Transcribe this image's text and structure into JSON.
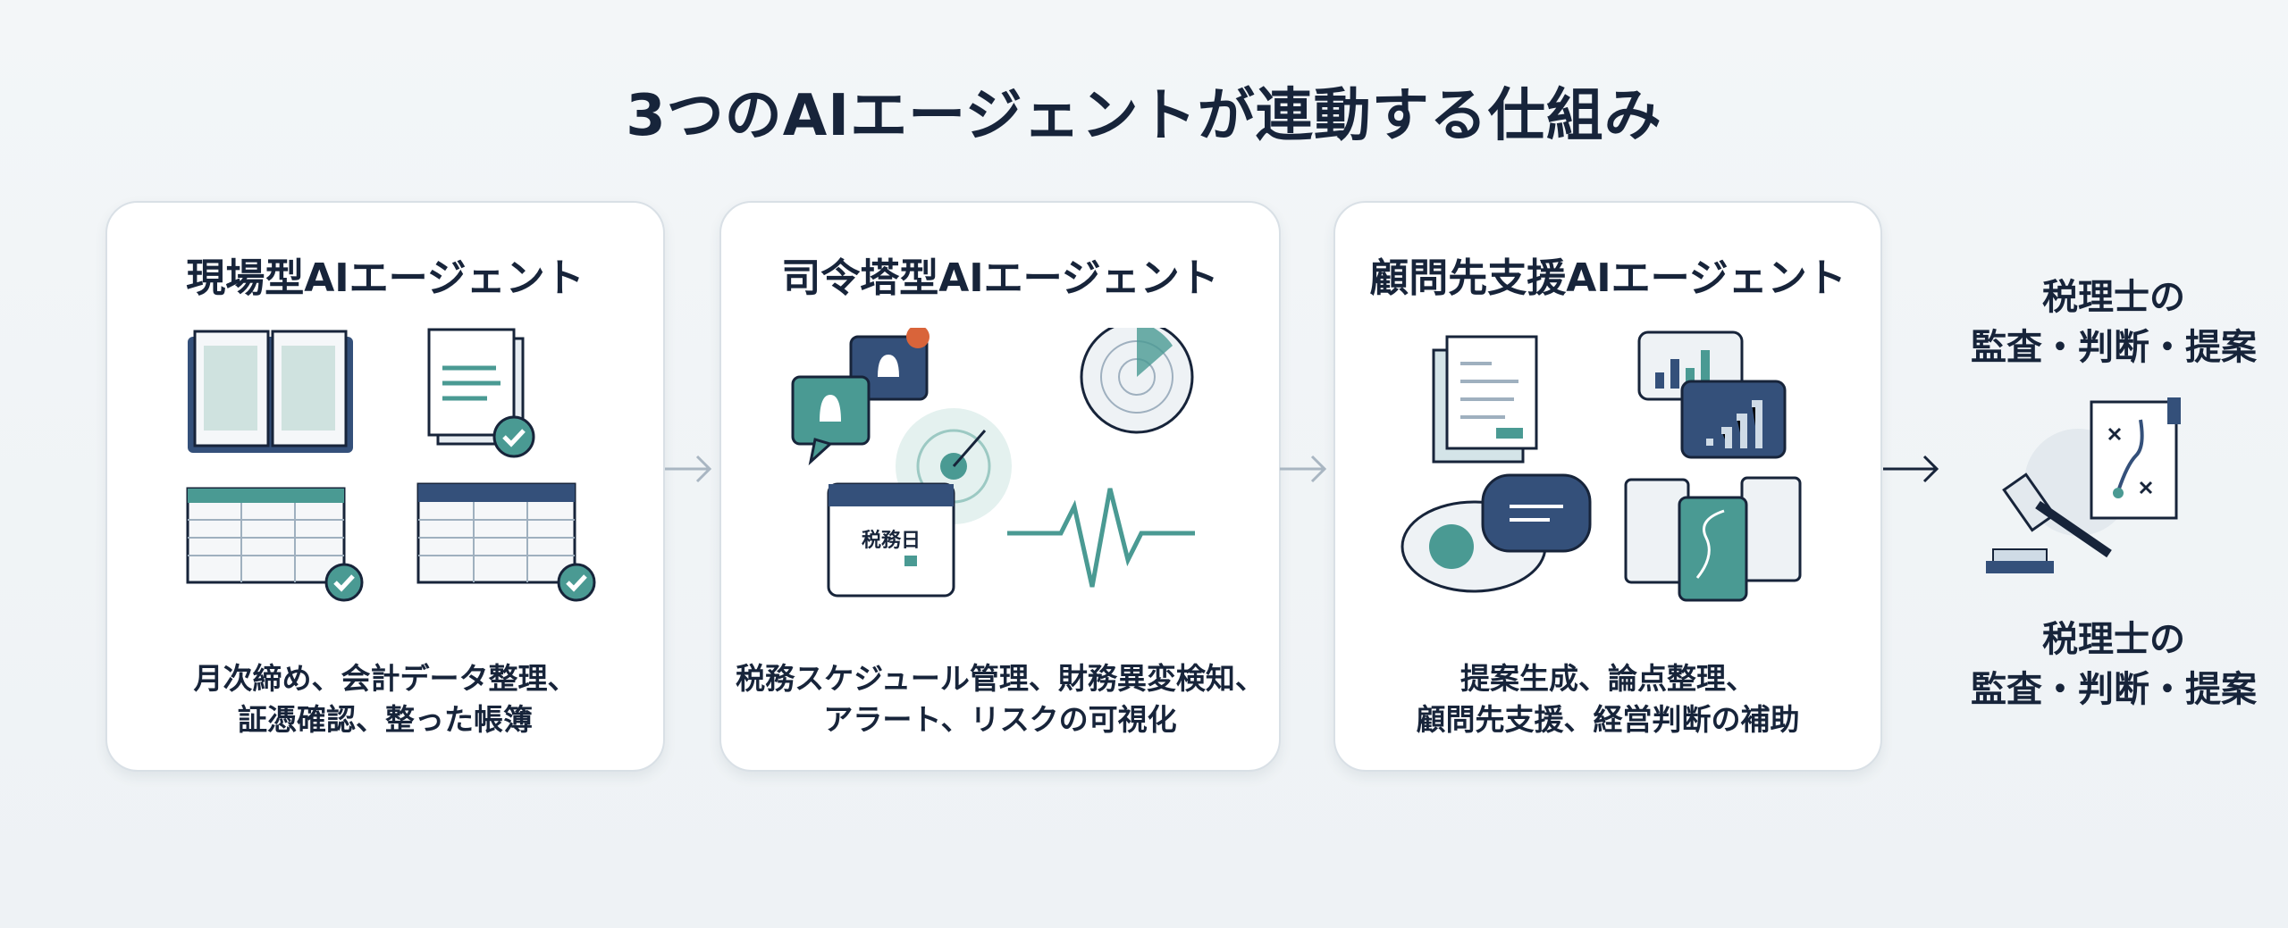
{
  "title": "3つのAIエージェントが連動する仕組み",
  "cards": [
    {
      "title": "現場型AIエージェント",
      "desc": [
        "月次締め、会計データ整理、",
        "証憑確認、整った帳簿"
      ]
    },
    {
      "title": "司令塔型AIエージェント",
      "desc": [
        "税務スケジュール管理、財務異変検知、",
        "アラート、リスクの可視化"
      ],
      "calendar_label": "税務日"
    },
    {
      "title": "顧問先支援AIエージェント",
      "desc": [
        "提案生成、論点整理、",
        "顧問先支援、経営判断の補助"
      ]
    }
  ],
  "result": {
    "top": [
      "税理士の",
      "監査・判断・提案"
    ],
    "bottom": [
      "税理士の",
      "監査・判断・提案"
    ]
  },
  "colors": {
    "navy": "#34507a",
    "teal": "#4a9a93",
    "text": "#17243a"
  }
}
